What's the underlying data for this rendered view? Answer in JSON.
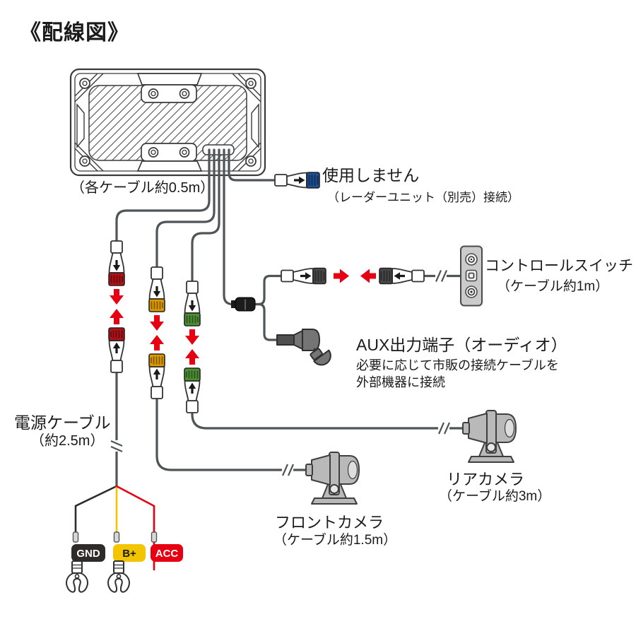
{
  "title": "《配線図》",
  "main_unit": {
    "cable_note": "（各ケーブル約0.5m）"
  },
  "radar_cable": {
    "label": "使用しません",
    "note": "（レーダーユニット（別売）接続）"
  },
  "control_switch": {
    "label": "コントロールスイッチ",
    "note": "（ケーブル約1m）"
  },
  "aux_output": {
    "label": "AUX出力端子（オーディオ）",
    "note_line1": "必要に応じて市販の接続ケーブルを",
    "note_line2": "外部機器に接続"
  },
  "power_cable": {
    "label": "電源ケーブル",
    "note": "（約2.5m）",
    "wires": [
      {
        "label": "GND"
      },
      {
        "label": "B+"
      },
      {
        "label": "ACC"
      }
    ]
  },
  "front_camera": {
    "label": "フロントカメラ",
    "note": "（ケーブル約1.5m）"
  },
  "rear_camera": {
    "label": "リアカメラ",
    "note": "（ケーブル約3m）"
  },
  "colors": {
    "cable": "#4f5557",
    "connector_red": "#b01218",
    "connector_orange": "#dd9a00",
    "connector_green": "#4c8f35",
    "connector_blue": "#1e4f93",
    "connector_dark": "#474747",
    "arrow_red": "#e60012",
    "camera_gray": "#b9b9b9",
    "switch_panel_gray": "#cbcbcb",
    "aux_plug_gray": "#757575",
    "ferrite_black": "#1c1c1c",
    "wire_black": "#2f2b28",
    "wire_yellow": "#f2c500",
    "wire_red": "#e60012",
    "label_gnd_bg": "#2f2b28",
    "label_bplus_bg": "#f2c500",
    "label_acc_bg": "#e60012"
  }
}
